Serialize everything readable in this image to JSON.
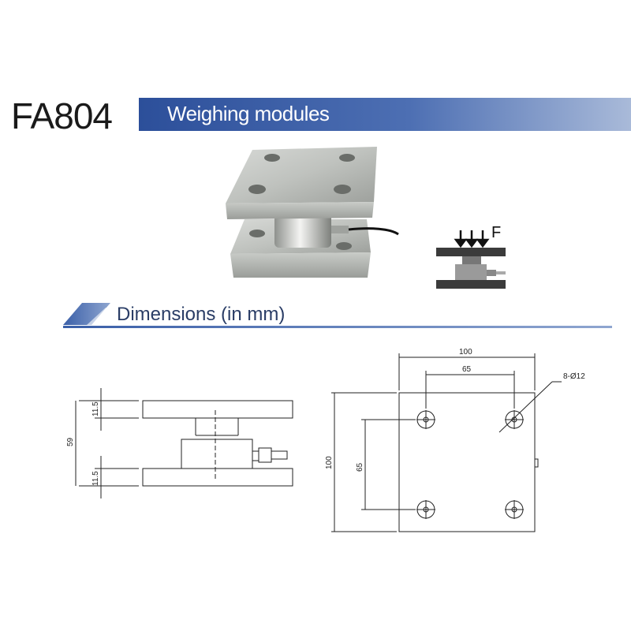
{
  "header": {
    "model": "FA804",
    "title": "Weighing modules"
  },
  "section": {
    "title": "Dimensions (in mm)"
  },
  "force_diagram": {
    "label": "F"
  },
  "side_view": {
    "dim_top_plate": "11.5",
    "dim_total": "59",
    "dim_bottom_plate": "11.5"
  },
  "top_view": {
    "dim_width": "100",
    "dim_hole_spacing_x": "65",
    "dim_holes": "8-Ø12",
    "dim_height": "100",
    "dim_hole_spacing_y": "65"
  },
  "colors": {
    "band_dark": "#2c4f9a",
    "band_light": "#a9bad9",
    "accent": "#3a5fa8"
  }
}
